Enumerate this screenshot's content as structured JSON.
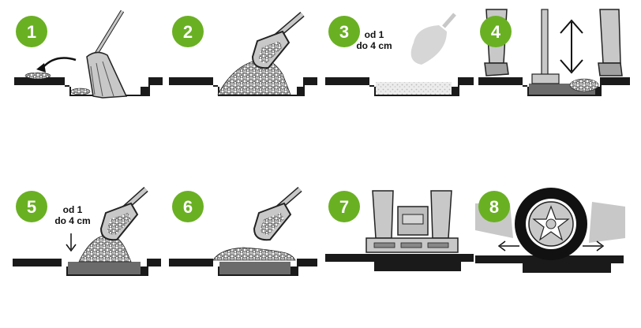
{
  "steps": [
    {
      "number": "1"
    },
    {
      "number": "2"
    },
    {
      "number": "3",
      "note_line1": "od 1",
      "note_line2": "do 4 cm"
    },
    {
      "number": "4"
    },
    {
      "number": "5",
      "note_line1": "od 1",
      "note_line2": "do 4 cm"
    },
    {
      "number": "6"
    },
    {
      "number": "7"
    },
    {
      "number": "8"
    }
  ],
  "colors": {
    "badge": "#6ab023",
    "paving": "#1a1a1a",
    "gravel": "#d9d9d9",
    "bedding": "#6b6b6b",
    "tool": "#c8c8c8",
    "outline": "#222222"
  },
  "icons": [
    "broom-icon",
    "shovel-icon",
    "trowel-icon",
    "tamper-icon",
    "compactor-icon",
    "tire-icon",
    "double-arrow-icon"
  ]
}
